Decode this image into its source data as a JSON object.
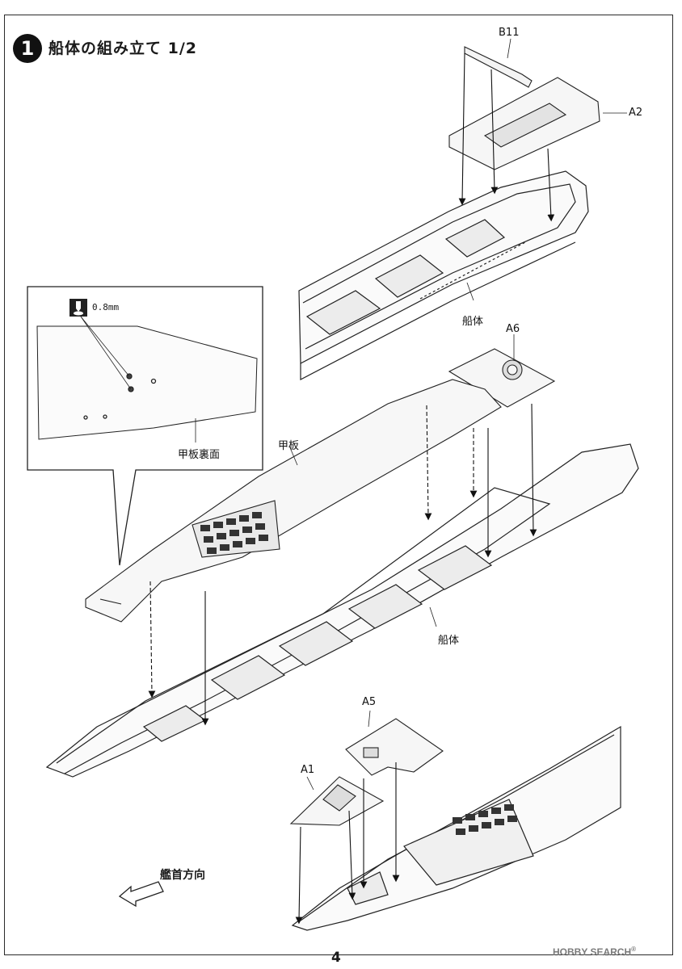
{
  "step": {
    "number": "1",
    "title": "船体の組み立て 1/2"
  },
  "parts": {
    "b11": "B11",
    "a2": "A2",
    "a6": "A6",
    "a5": "A5",
    "a1": "A1"
  },
  "labels": {
    "hull_upper": "船体",
    "hull_middle": "船体",
    "deck": "甲板",
    "deck_underside": "甲板裏面",
    "drill_size": "0.8mm",
    "bow_direction": "艦首方向"
  },
  "footer": {
    "page_number": "4",
    "watermark": "HOBBY SEARCH",
    "watermark_mark": "®"
  }
}
